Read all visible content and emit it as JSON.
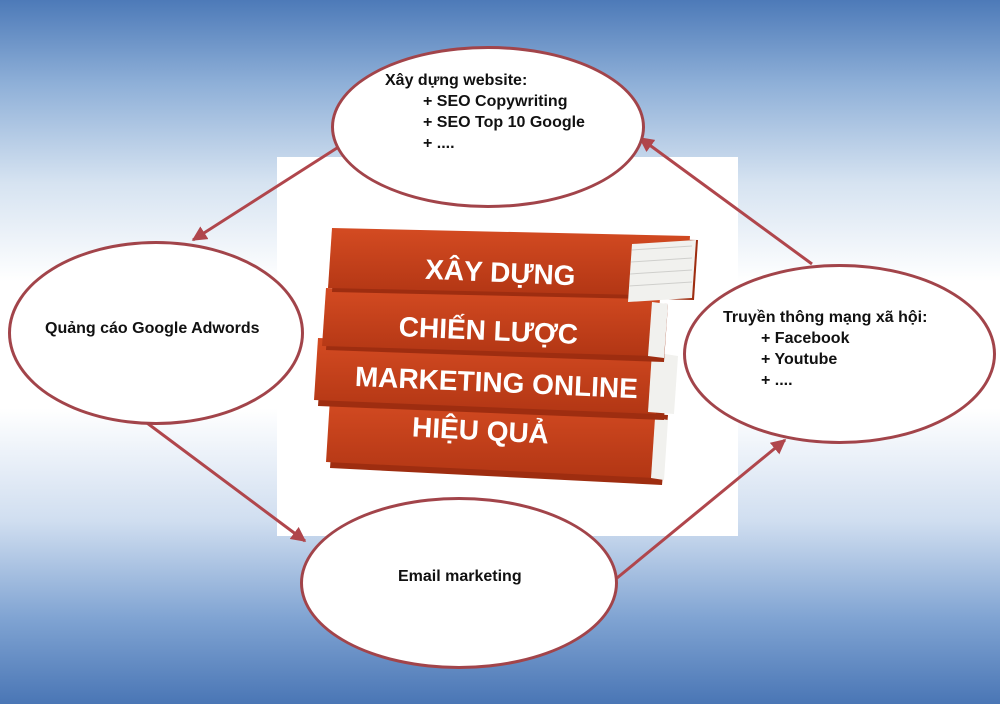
{
  "nodes": {
    "website": {
      "title": "Xây dựng website:",
      "items": [
        "+ SEO Copywriting",
        "+ SEO Top 10 Google",
        "+ ...."
      ]
    },
    "adwords": {
      "title": "Quảng cáo Google Adwords"
    },
    "social": {
      "title": "Truyền thông mạng xã hội:",
      "items": [
        "+ Facebook",
        "+ Youtube",
        "+ ...."
      ]
    },
    "email": {
      "title": "Email marketing"
    }
  },
  "books": {
    "lines": [
      "XÂY DỰNG",
      "CHIẾN LƯỢC",
      "MARKETING ONLINE",
      "HIỆU QUẢ"
    ]
  },
  "colors": {
    "ellipse_border": "#a2444a",
    "arrow": "#b0464c",
    "book_cover": "#c8401a",
    "book_pages": "#f1f1ee"
  }
}
